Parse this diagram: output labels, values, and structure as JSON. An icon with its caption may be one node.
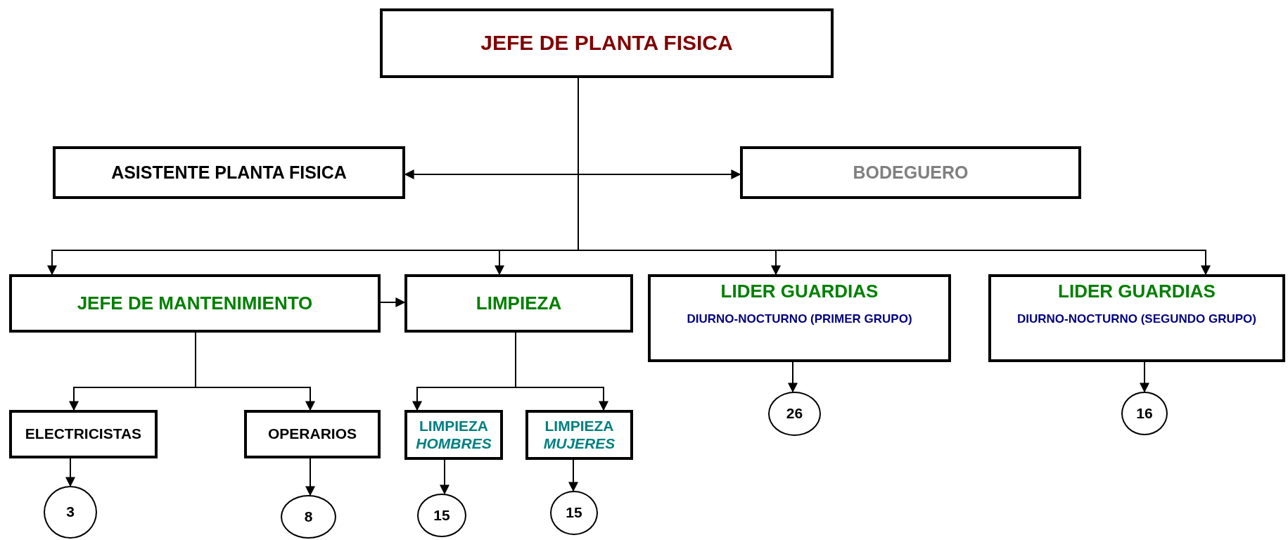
{
  "diagram": {
    "nodes": [
      {
        "text": [
          "JEFE DE PLANTA FISICA"
        ]
      },
      {
        "text": [
          "ASISTENTE PLANTA FISICA"
        ]
      },
      {
        "text": [
          "BODEGUERO"
        ]
      },
      {
        "text": [
          "JEFE DE MANTENIMIENTO"
        ]
      },
      {
        "text": [
          "LIMPIEZA"
        ]
      },
      {
        "text": [
          "LIDER GUARDIAS",
          "DIURNO-NOCTURNO (PRIMER GRUPO)"
        ]
      },
      {
        "text": [
          "LIDER GUARDIAS",
          "DIURNO-NOCTURNO (SEGUNDO GRUPO)"
        ]
      },
      {
        "text": [
          "ELECTRICISTAS"
        ]
      },
      {
        "text": [
          "OPERARIOS"
        ]
      },
      {
        "text": [
          "LIMPIEZA *HOMBRES*"
        ]
      },
      {
        "text": [
          "LIMPIEZA *MUJERES*"
        ]
      },
      {
        "text": [
          "3"
        ]
      },
      {
        "text": [
          "8"
        ]
      },
      {
        "text": [
          "15"
        ]
      },
      {
        "text": [
          "15"
        ]
      },
      {
        "text": [
          "26"
        ]
      },
      {
        "text": [
          "16"
        ]
      }
    ],
    "edges": [
      {
        "from": 1,
        "to": 2,
        "arrow": "both"
      },
      {
        "from": 0,
        "to": 3,
        "arrow": "to"
      },
      {
        "from": 0,
        "to": 4,
        "arrow": "to"
      },
      {
        "from": 0,
        "to": 5,
        "arrow": "to"
      },
      {
        "from": 0,
        "to": 6,
        "arrow": "to"
      },
      {
        "from": 3,
        "to": 4,
        "arrow": "to"
      },
      {
        "from": 3,
        "to": 7,
        "arrow": "to"
      },
      {
        "from": 3,
        "to": 8,
        "arrow": "to"
      },
      {
        "from": 4,
        "to": 9,
        "arrow": "to"
      },
      {
        "from": 4,
        "to": 10,
        "arrow": "to"
      },
      {
        "from": 5,
        "to": 15,
        "arrow": "to"
      },
      {
        "from": 6,
        "to": 16,
        "arrow": "to"
      },
      {
        "from": 7,
        "to": 11,
        "arrow": "to"
      },
      {
        "from": 8,
        "to": 12,
        "arrow": "to"
      },
      {
        "from": 9,
        "to": 13,
        "arrow": "to"
      },
      {
        "from": 10,
        "to": 14,
        "arrow": "to"
      }
    ]
  }
}
